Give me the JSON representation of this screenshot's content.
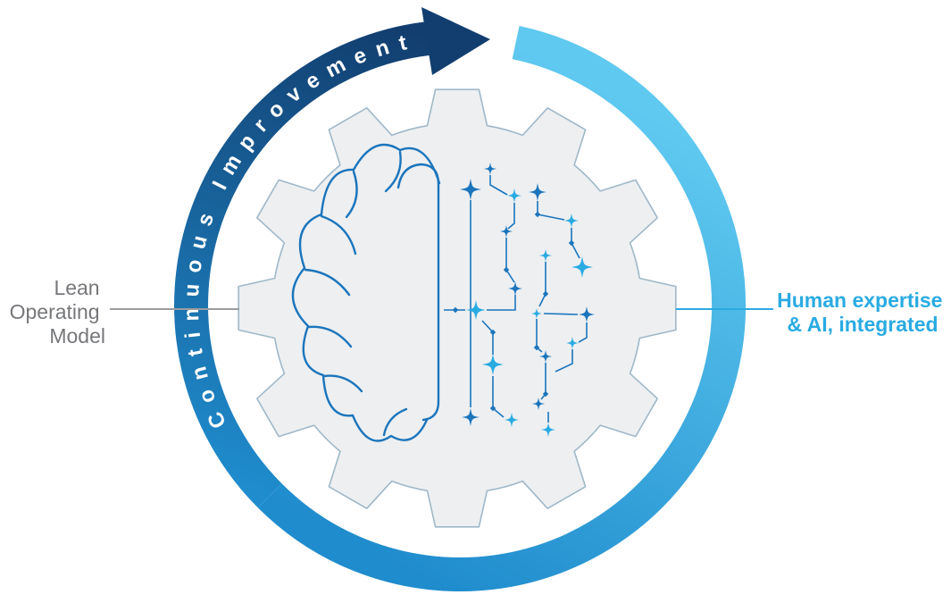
{
  "diagram": {
    "arc_label": "Continuous Improvement",
    "left_label_lines": [
      "Lean",
      "Operating",
      "Model"
    ],
    "right_label_lines": [
      "Human expertise",
      "& AI, integrated"
    ]
  },
  "colors": {
    "ring_dark": "#123E6F",
    "ring_mid": "#1F8CCD",
    "ring_light": "#5FC9F0",
    "arrow": "#123E6F",
    "arc_text": "#FFFFFF",
    "gear_fill": "#EDEFF1",
    "gear_stroke": "#9FB8C8",
    "medium_blue": "#1B75BC",
    "light_blue": "#29ABE2",
    "label_gray": "#76777A",
    "leader_gray": "#9B9DA0"
  },
  "icons": {
    "gear": "gear-icon",
    "brain": "brain-icon",
    "neural": "neural-network-icon",
    "cycle_arrow": "cycle-arrow-head-icon",
    "sparkle": "sparkle-icon"
  }
}
